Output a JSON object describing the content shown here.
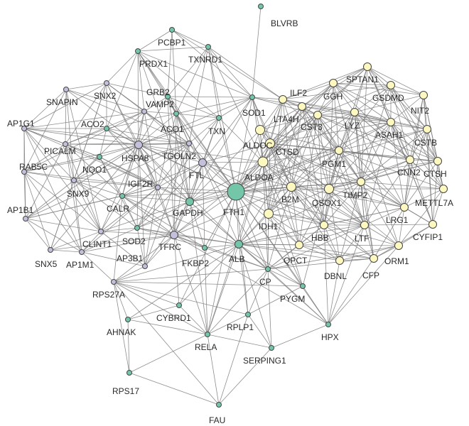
{
  "colors": {
    "purple": "#c4c0dc",
    "green": "#74c6a8",
    "yellow": "#fcf8c0",
    "red_border": "#d23c3c",
    "edge": "#7a7a7a"
  },
  "nodes": [
    {
      "id": "BLVRB",
      "label": "BLVRB",
      "color": "green"
    },
    {
      "id": "PCBP1",
      "label": "PCBP1",
      "color": "green"
    },
    {
      "id": "PRDX1",
      "label": "PRDX1",
      "color": "green"
    },
    {
      "id": "TXNRD1",
      "label": "TXNRD1",
      "color": "green"
    },
    {
      "id": "SNX2",
      "label": "SNX2",
      "color": "purple"
    },
    {
      "id": "SNAPIN",
      "label": "SNAPIN",
      "color": "purple"
    },
    {
      "id": "GRB2",
      "label": "GRB2",
      "color": "green"
    },
    {
      "id": "VAMP2",
      "label": "VAMP2",
      "color": "purple"
    },
    {
      "id": "ACO1",
      "label": "ACO1",
      "color": "green"
    },
    {
      "id": "SOD1",
      "label": "SOD1",
      "color": "green"
    },
    {
      "id": "TXN",
      "label": "TXN",
      "color": "green"
    },
    {
      "id": "AP1G1",
      "label": "AP1G1",
      "color": "purple"
    },
    {
      "id": "ACO2",
      "label": "ACO2",
      "color": "green"
    },
    {
      "id": "PICALM",
      "label": "PICALM",
      "color": "purple"
    },
    {
      "id": "HSPA8",
      "label": "HSPA8",
      "color": "purple"
    },
    {
      "id": "TGOLN2",
      "label": "TGOLN2",
      "color": "purple"
    },
    {
      "id": "NQO1",
      "label": "NQO1",
      "color": "green"
    },
    {
      "id": "FTL",
      "label": "FTL",
      "color": "purple"
    },
    {
      "id": "RAB5C",
      "label": "RAB5C",
      "color": "purple"
    },
    {
      "id": "SNX9",
      "label": "SNX9",
      "color": "purple"
    },
    {
      "id": "IGF2R",
      "label": "IGF2R",
      "color": "purple"
    },
    {
      "id": "CALR",
      "label": "CALR",
      "color": "green"
    },
    {
      "id": "GAPDH",
      "label": "GAPDH",
      "color": "green"
    },
    {
      "id": "FTH1",
      "label": "FTH1",
      "color": "green",
      "ring": true
    },
    {
      "id": "AP1B1",
      "label": "AP1B1",
      "color": "purple"
    },
    {
      "id": "CLINT1",
      "label": "CLINT1",
      "color": "purple"
    },
    {
      "id": "SOD2",
      "label": "SOD2",
      "color": "green"
    },
    {
      "id": "TFRC",
      "label": "TFRC",
      "color": "purple"
    },
    {
      "id": "FKBP2",
      "label": "FKBP2",
      "color": "green"
    },
    {
      "id": "ALB",
      "label": "ALB",
      "color": "green"
    },
    {
      "id": "SNX5",
      "label": "SNX5",
      "color": "purple"
    },
    {
      "id": "AP1M1",
      "label": "AP1M1",
      "color": "purple"
    },
    {
      "id": "AP3B1",
      "label": "AP3B1",
      "color": "purple"
    },
    {
      "id": "RPS27A",
      "label": "RPS27A",
      "color": "purple"
    },
    {
      "id": "CP",
      "label": "CP",
      "color": "green"
    },
    {
      "id": "PYGM",
      "label": "PYGM",
      "color": "green"
    },
    {
      "id": "CYBRD1",
      "label": "CYBRD1",
      "color": "green"
    },
    {
      "id": "AHNAK",
      "label": "AHNAK",
      "color": "green"
    },
    {
      "id": "RPLP1",
      "label": "RPLP1",
      "color": "green"
    },
    {
      "id": "RELA",
      "label": "RELA",
      "color": "green"
    },
    {
      "id": "HPX",
      "label": "HPX",
      "color": "green"
    },
    {
      "id": "SERPING1",
      "label": "SERPING1",
      "color": "green"
    },
    {
      "id": "RPS17",
      "label": "RPS17",
      "color": "green"
    },
    {
      "id": "FAU",
      "label": "FAU",
      "color": "green"
    },
    {
      "id": "ILF2",
      "label": "ILF2",
      "color": "yellow"
    },
    {
      "id": "GGH",
      "label": "GGH",
      "color": "yellow"
    },
    {
      "id": "SPTAN1",
      "label": "SPTAN1",
      "color": "yellow"
    },
    {
      "id": "GSDMD",
      "label": "GSDMD",
      "color": "yellow"
    },
    {
      "id": "LTA4H",
      "label": "LTA4H",
      "color": "yellow"
    },
    {
      "id": "NIT2",
      "label": "NIT2",
      "color": "yellow"
    },
    {
      "id": "CST3",
      "label": "CST3",
      "color": "yellow"
    },
    {
      "id": "LYZ",
      "label": "LYZ",
      "color": "yellow"
    },
    {
      "id": "ASAH1",
      "label": "ASAH1",
      "color": "yellow"
    },
    {
      "id": "CSTB",
      "label": "CSTB",
      "color": "yellow"
    },
    {
      "id": "ALDOC",
      "label": "ALDOC",
      "color": "yellow",
      "ring": true
    },
    {
      "id": "CTSD",
      "label": "CTSD",
      "color": "yellow",
      "ring": true
    },
    {
      "id": "ALDOA",
      "label": "ALDOA",
      "color": "yellow",
      "ring": true
    },
    {
      "id": "PGM1",
      "label": "PGM1",
      "color": "yellow"
    },
    {
      "id": "CNN2",
      "label": "CNN2",
      "color": "yellow"
    },
    {
      "id": "CTSH",
      "label": "CTSH",
      "color": "yellow"
    },
    {
      "id": "B2M",
      "label": "B2M",
      "color": "yellow",
      "ring": true
    },
    {
      "id": "QSOX1",
      "label": "QSOX1",
      "color": "yellow",
      "ring": true
    },
    {
      "id": "TIMP2",
      "label": "TIMP2",
      "color": "yellow"
    },
    {
      "id": "METTL7A",
      "label": "METTL7A",
      "color": "yellow"
    },
    {
      "id": "IDH1",
      "label": "IDH1",
      "color": "yellow",
      "ring": true
    },
    {
      "id": "LRG1",
      "label": "LRG1",
      "color": "yellow"
    },
    {
      "id": "HBB",
      "label": "HBB",
      "color": "yellow"
    },
    {
      "id": "LTF",
      "label": "LTF",
      "color": "yellow"
    },
    {
      "id": "CYFIP1",
      "label": "CYFIP1",
      "color": "yellow"
    },
    {
      "id": "QPCT",
      "label": "QPCT",
      "color": "yellow"
    },
    {
      "id": "DBNL",
      "label": "DBNL",
      "color": "yellow"
    },
    {
      "id": "CFP",
      "label": "CFP",
      "color": "yellow"
    },
    {
      "id": "ORM1",
      "label": "ORM1",
      "color": "yellow"
    }
  ]
}
